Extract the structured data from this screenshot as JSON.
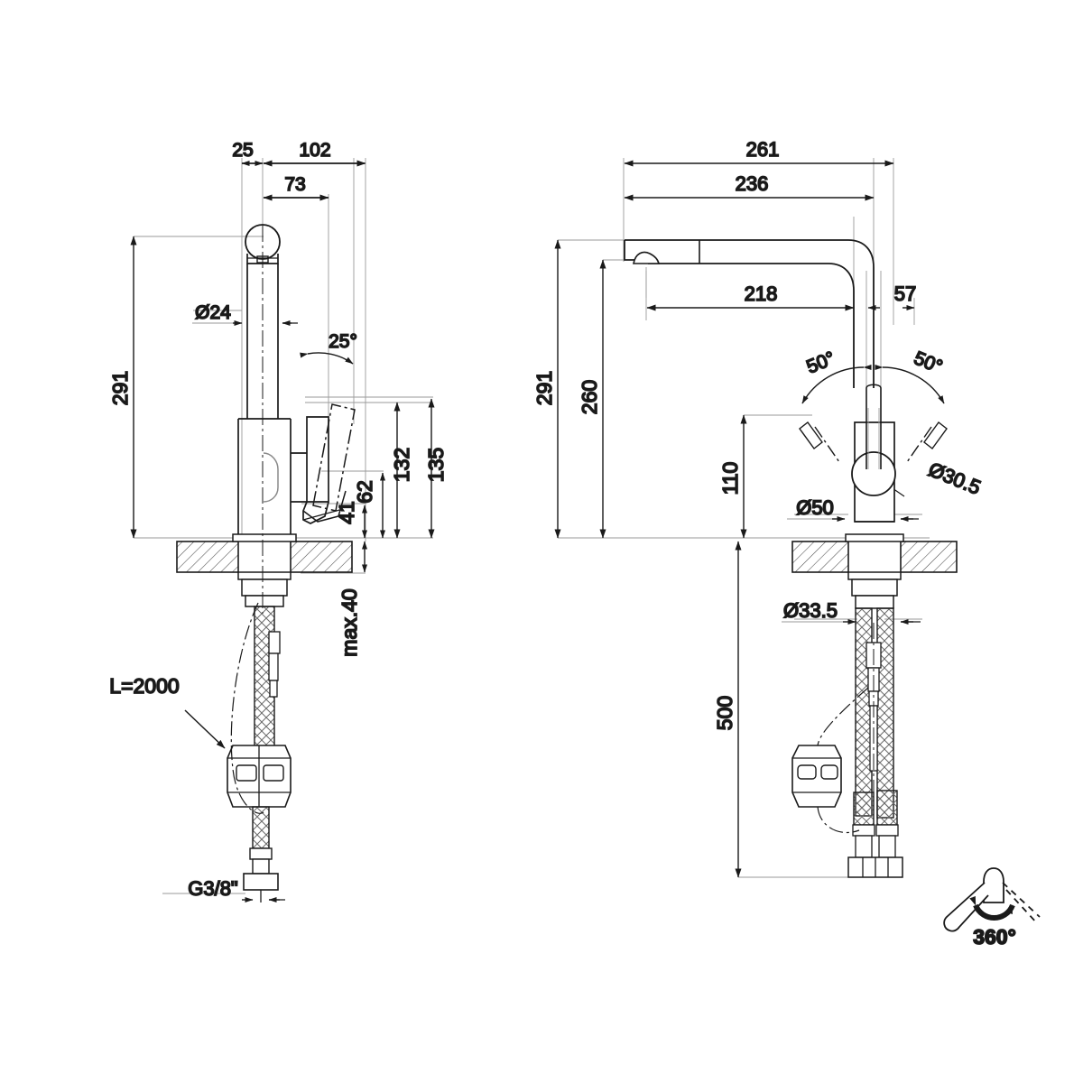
{
  "drawing": {
    "title": "Kitchen mixer tap technical dimension drawing",
    "units": "mm",
    "line_color": "#1a1a1a",
    "thin_color": "#8a8a8a",
    "hatch_color": "#4a4a4a"
  },
  "views": {
    "left": {
      "name": "side-view",
      "dimensions": {
        "d25": "25",
        "d102": "102",
        "d73": "73",
        "dia24": "Ø24",
        "angle25": "25°",
        "h291": "291",
        "h135": "135",
        "h132": "132",
        "h62": "62",
        "h41": "41",
        "max40": "max.40",
        "hose_length": "L=2000",
        "thread": "G3/8\""
      }
    },
    "right": {
      "name": "front-view",
      "dimensions": {
        "d261": "261",
        "d236": "236",
        "d218": "218",
        "d57": "57",
        "h291": "291",
        "h260": "260",
        "h110": "110",
        "h500": "500",
        "angle_left": "50°",
        "angle_right": "50°",
        "dia30_5": "Ø30.5",
        "dia50": "Ø50",
        "dia33_5": "Ø33.5"
      }
    }
  },
  "symbols": {
    "rotation": {
      "label": "360°",
      "name": "spout-rotation-symbol"
    }
  }
}
